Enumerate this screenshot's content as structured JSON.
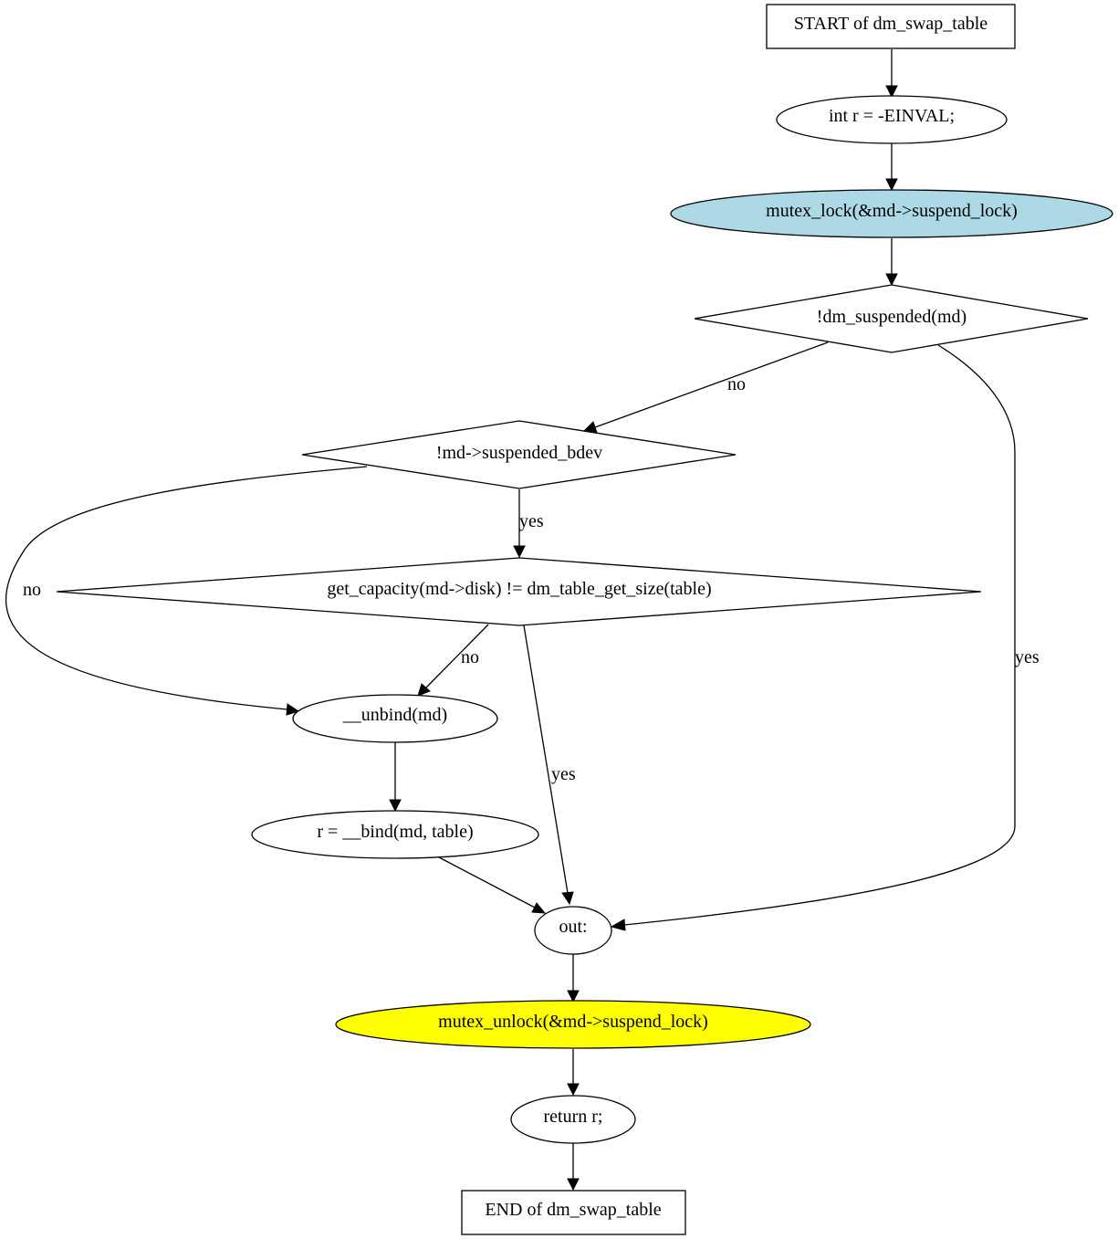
{
  "nodes": {
    "start": {
      "label": "START of dm_swap_table"
    },
    "init_r": {
      "label": "int r = -EINVAL;"
    },
    "mutex_lock": {
      "label": "mutex_lock(&md->suspend_lock)",
      "fill": "#add8e6"
    },
    "cond_suspended": {
      "label": "!dm_suspended(md)"
    },
    "cond_bdev": {
      "label": "!md->suspended_bdev"
    },
    "cond_capacity": {
      "label": "get_capacity(md->disk) != dm_table_get_size(table)"
    },
    "unbind": {
      "label": "__unbind(md)"
    },
    "bind": {
      "label": "r = __bind(md, table)"
    },
    "out": {
      "label": "out:"
    },
    "mutex_unlock": {
      "label": "mutex_unlock(&md->suspend_lock)",
      "fill": "#ffff00"
    },
    "return_r": {
      "label": "return r;"
    },
    "end": {
      "label": "END of dm_swap_table"
    }
  },
  "edges": {
    "suspended_no": "no",
    "suspended_yes": "yes",
    "bdev_yes": "yes",
    "bdev_no": "no",
    "capacity_no": "no",
    "capacity_yes": "yes"
  }
}
